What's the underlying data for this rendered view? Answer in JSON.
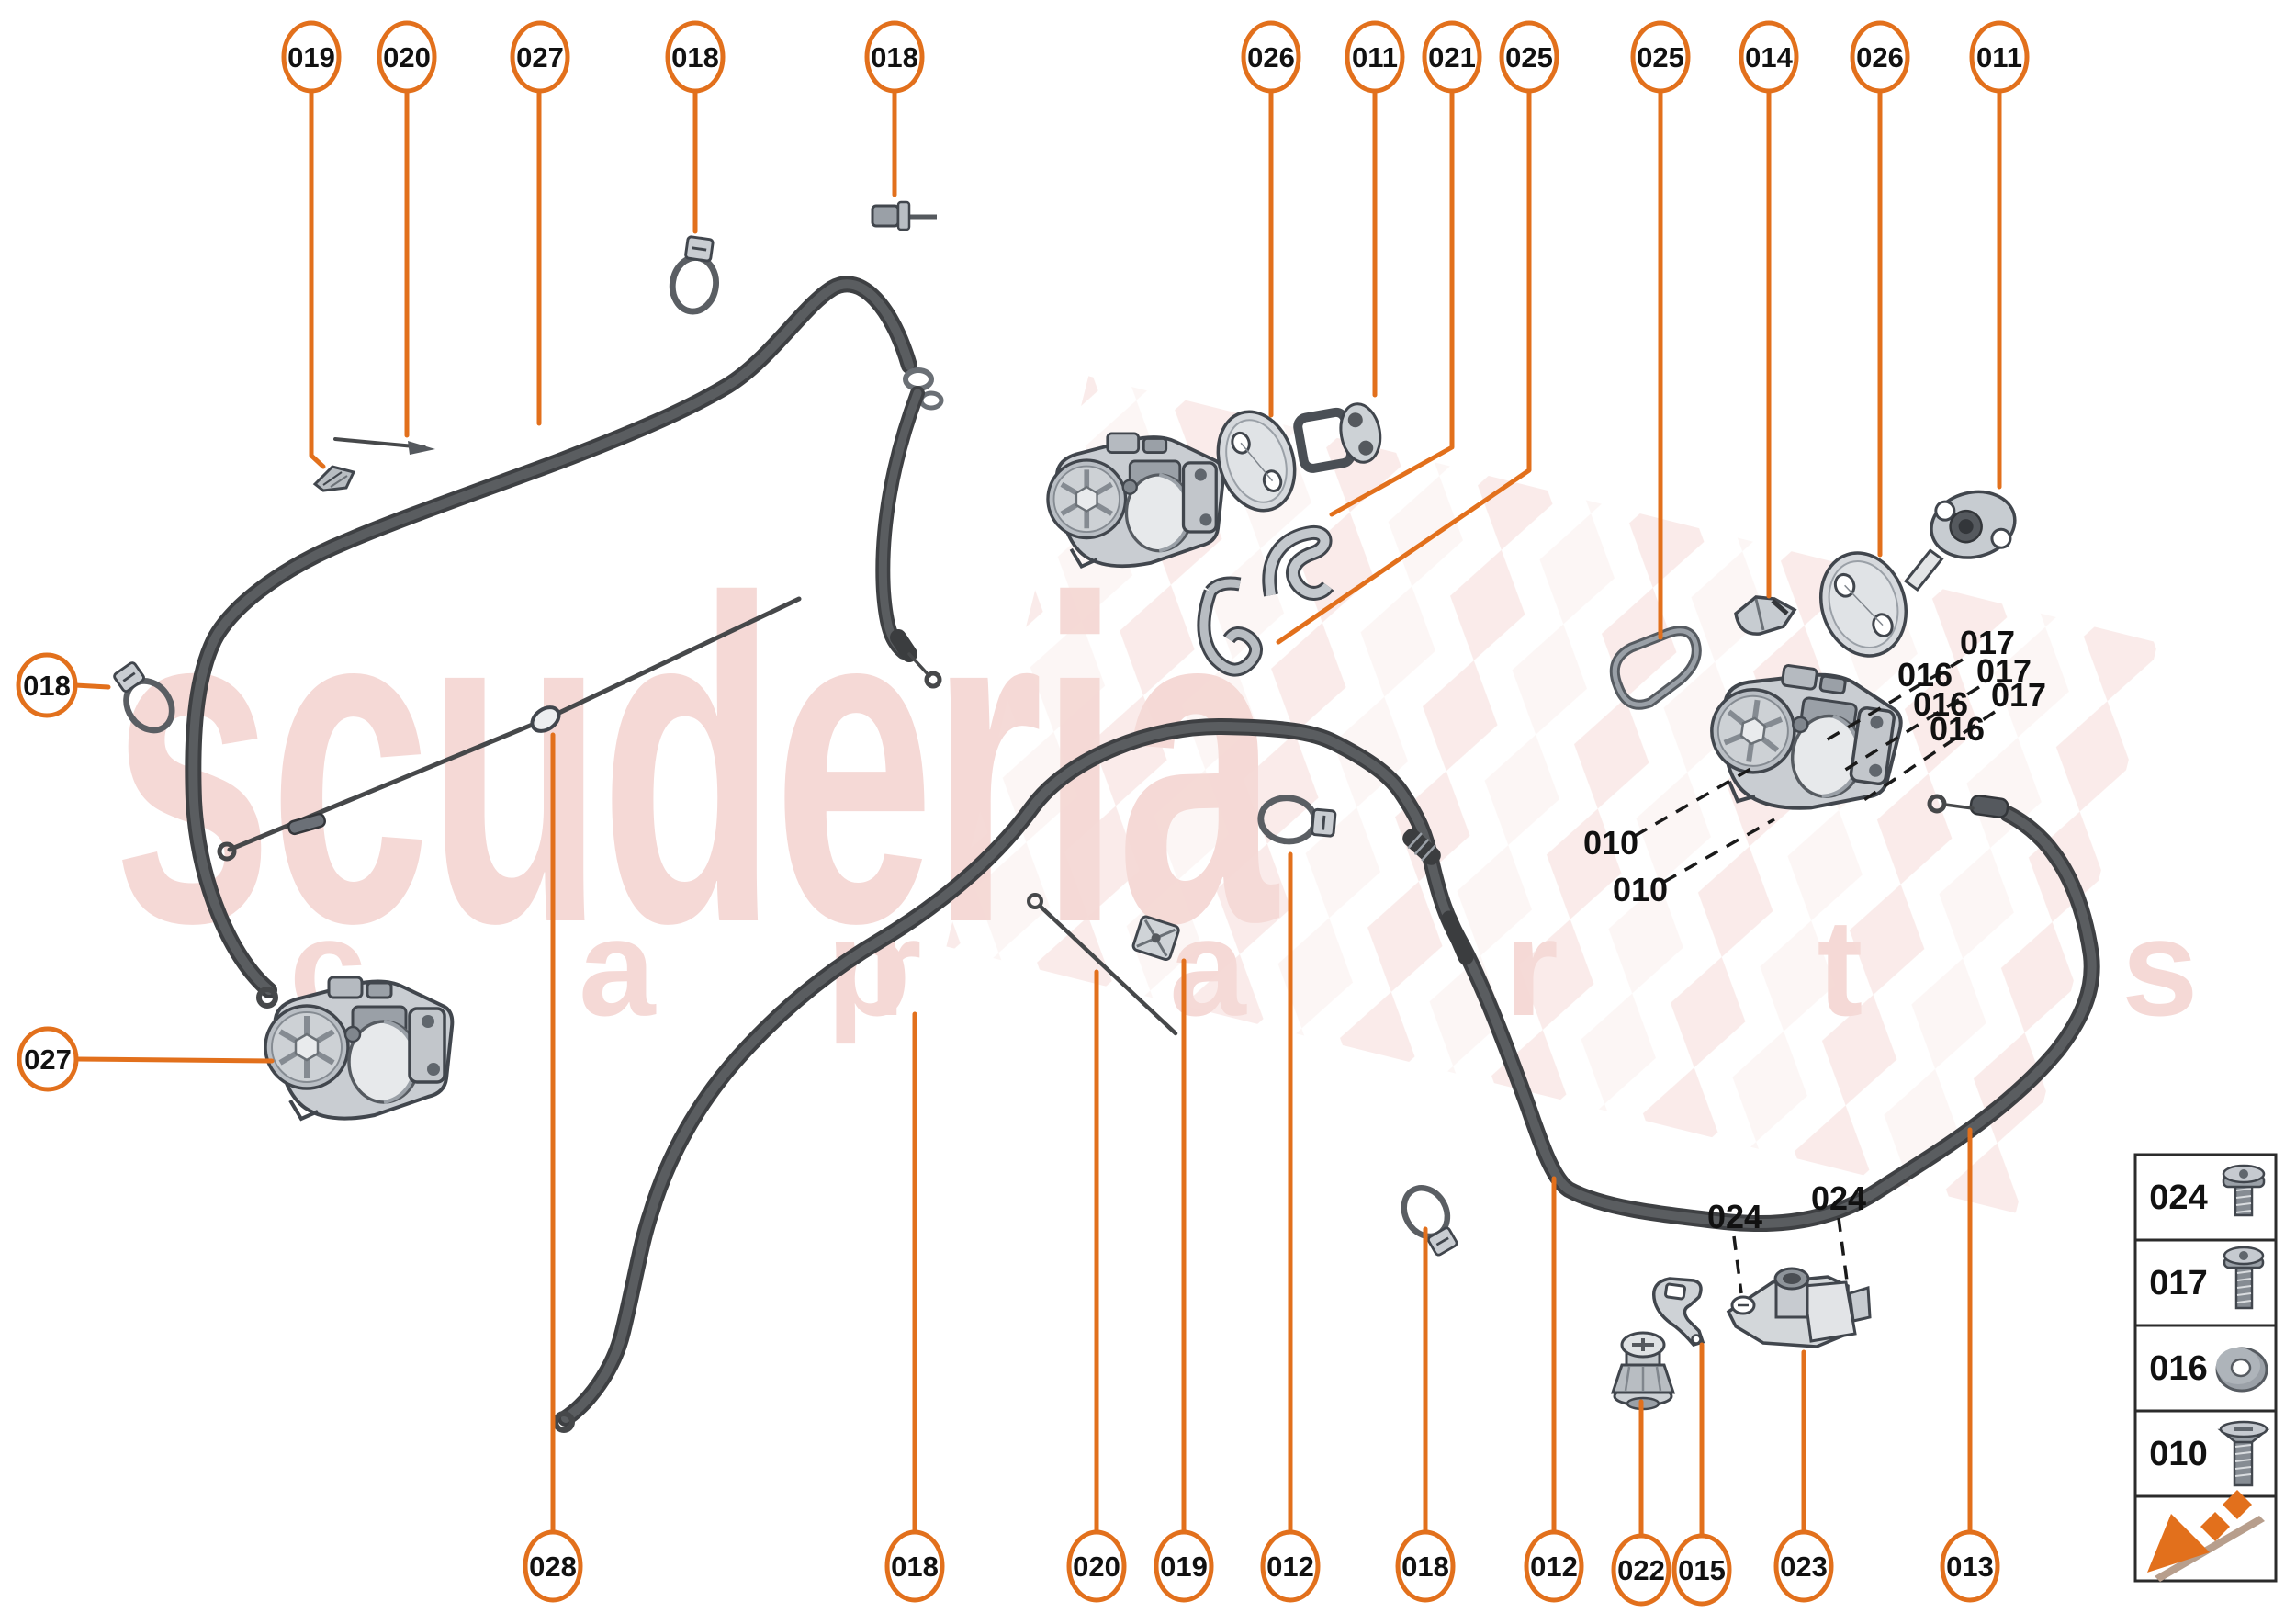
{
  "watermark": {
    "brand": "scuderia",
    "tagline_word1": "c a r",
    "tagline_word2": "p a r t s"
  },
  "colors": {
    "accent_orange": "#e2701c",
    "callout_text": "#111111",
    "watermark_pink": "#f5d9d6",
    "cable_dark": "#3e4043",
    "cable_mid": "#5a5d60",
    "part_fill": "#d4d7db",
    "part_outline": "#41464d",
    "legend_border": "#2b2b2b",
    "shadow_tan": "#b79e8c"
  },
  "callouts": {
    "top": [
      "019",
      "020",
      "027",
      "018",
      "018",
      "026",
      "011",
      "021",
      "025",
      "025",
      "014",
      "026",
      "011"
    ],
    "left": [
      "018",
      "027"
    ],
    "bottom": [
      "028",
      "018",
      "020",
      "019",
      "012",
      "018",
      "012",
      "022",
      "015",
      "023",
      "013"
    ]
  },
  "inline_labels": {
    "l017a": "017",
    "l017b": "017",
    "l017c": "017",
    "l016a": "016",
    "l016b": "016",
    "l016c": "016",
    "l010a": "010",
    "l010b": "010",
    "l024a": "024",
    "l024b": "024"
  },
  "legend": {
    "items": [
      {
        "label": "024",
        "icon": "screw-pan-short-icon"
      },
      {
        "label": "017",
        "icon": "screw-pan-long-icon"
      },
      {
        "label": "016",
        "icon": "washer-icon"
      },
      {
        "label": "010",
        "icon": "screw-countersunk-icon"
      }
    ],
    "logo_icon": "scuderia-arrow-icon"
  }
}
